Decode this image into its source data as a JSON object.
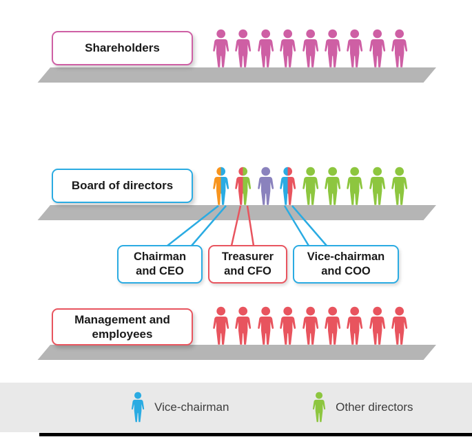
{
  "colors": {
    "pink": "#ce5fa4",
    "cyan": "#2aabe2",
    "green": "#8dc63f",
    "red": "#e8545e",
    "orange": "#f7941e",
    "purple": "#8a82bd",
    "platform_gray": "#b5b5b5",
    "legend_band": "#e9e9e9",
    "bottom_bar": "#000000"
  },
  "rows": [
    {
      "id": "shareholders",
      "label": "Shareholders",
      "border_color_key": "pink",
      "icon_fills": [
        [
          "pink"
        ],
        [
          "pink"
        ],
        [
          "pink"
        ],
        [
          "pink"
        ],
        [
          "pink"
        ],
        [
          "pink"
        ],
        [
          "pink"
        ],
        [
          "pink"
        ],
        [
          "pink"
        ]
      ]
    },
    {
      "id": "board",
      "label": "Board of directors",
      "border_color_key": "cyan",
      "icon_fills": [
        [
          "orange",
          "cyan"
        ],
        [
          "red",
          "green"
        ],
        [
          "purple"
        ],
        [
          "cyan",
          "red"
        ],
        [
          "green"
        ],
        [
          "green"
        ],
        [
          "green"
        ],
        [
          "green"
        ],
        [
          "green"
        ]
      ]
    },
    {
      "id": "management",
      "label": "Management and\nemployees",
      "border_color_key": "red",
      "icon_fills": [
        [
          "red"
        ],
        [
          "red"
        ],
        [
          "red"
        ],
        [
          "red"
        ],
        [
          "red"
        ],
        [
          "red"
        ],
        [
          "red"
        ],
        [
          "red"
        ],
        [
          "red"
        ]
      ]
    }
  ],
  "callouts": [
    {
      "label": "Chairman\nand CEO",
      "border_color_key": "cyan"
    },
    {
      "label": "Treasurer\nand CFO",
      "border_color_key": "red"
    },
    {
      "label": "Vice-chairman\nand COO",
      "border_color_key": "cyan"
    }
  ],
  "legend": {
    "items": [
      {
        "label": "Vice-chairman",
        "color_key": "cyan"
      },
      {
        "label": "Other directors",
        "color_key": "green"
      }
    ]
  }
}
